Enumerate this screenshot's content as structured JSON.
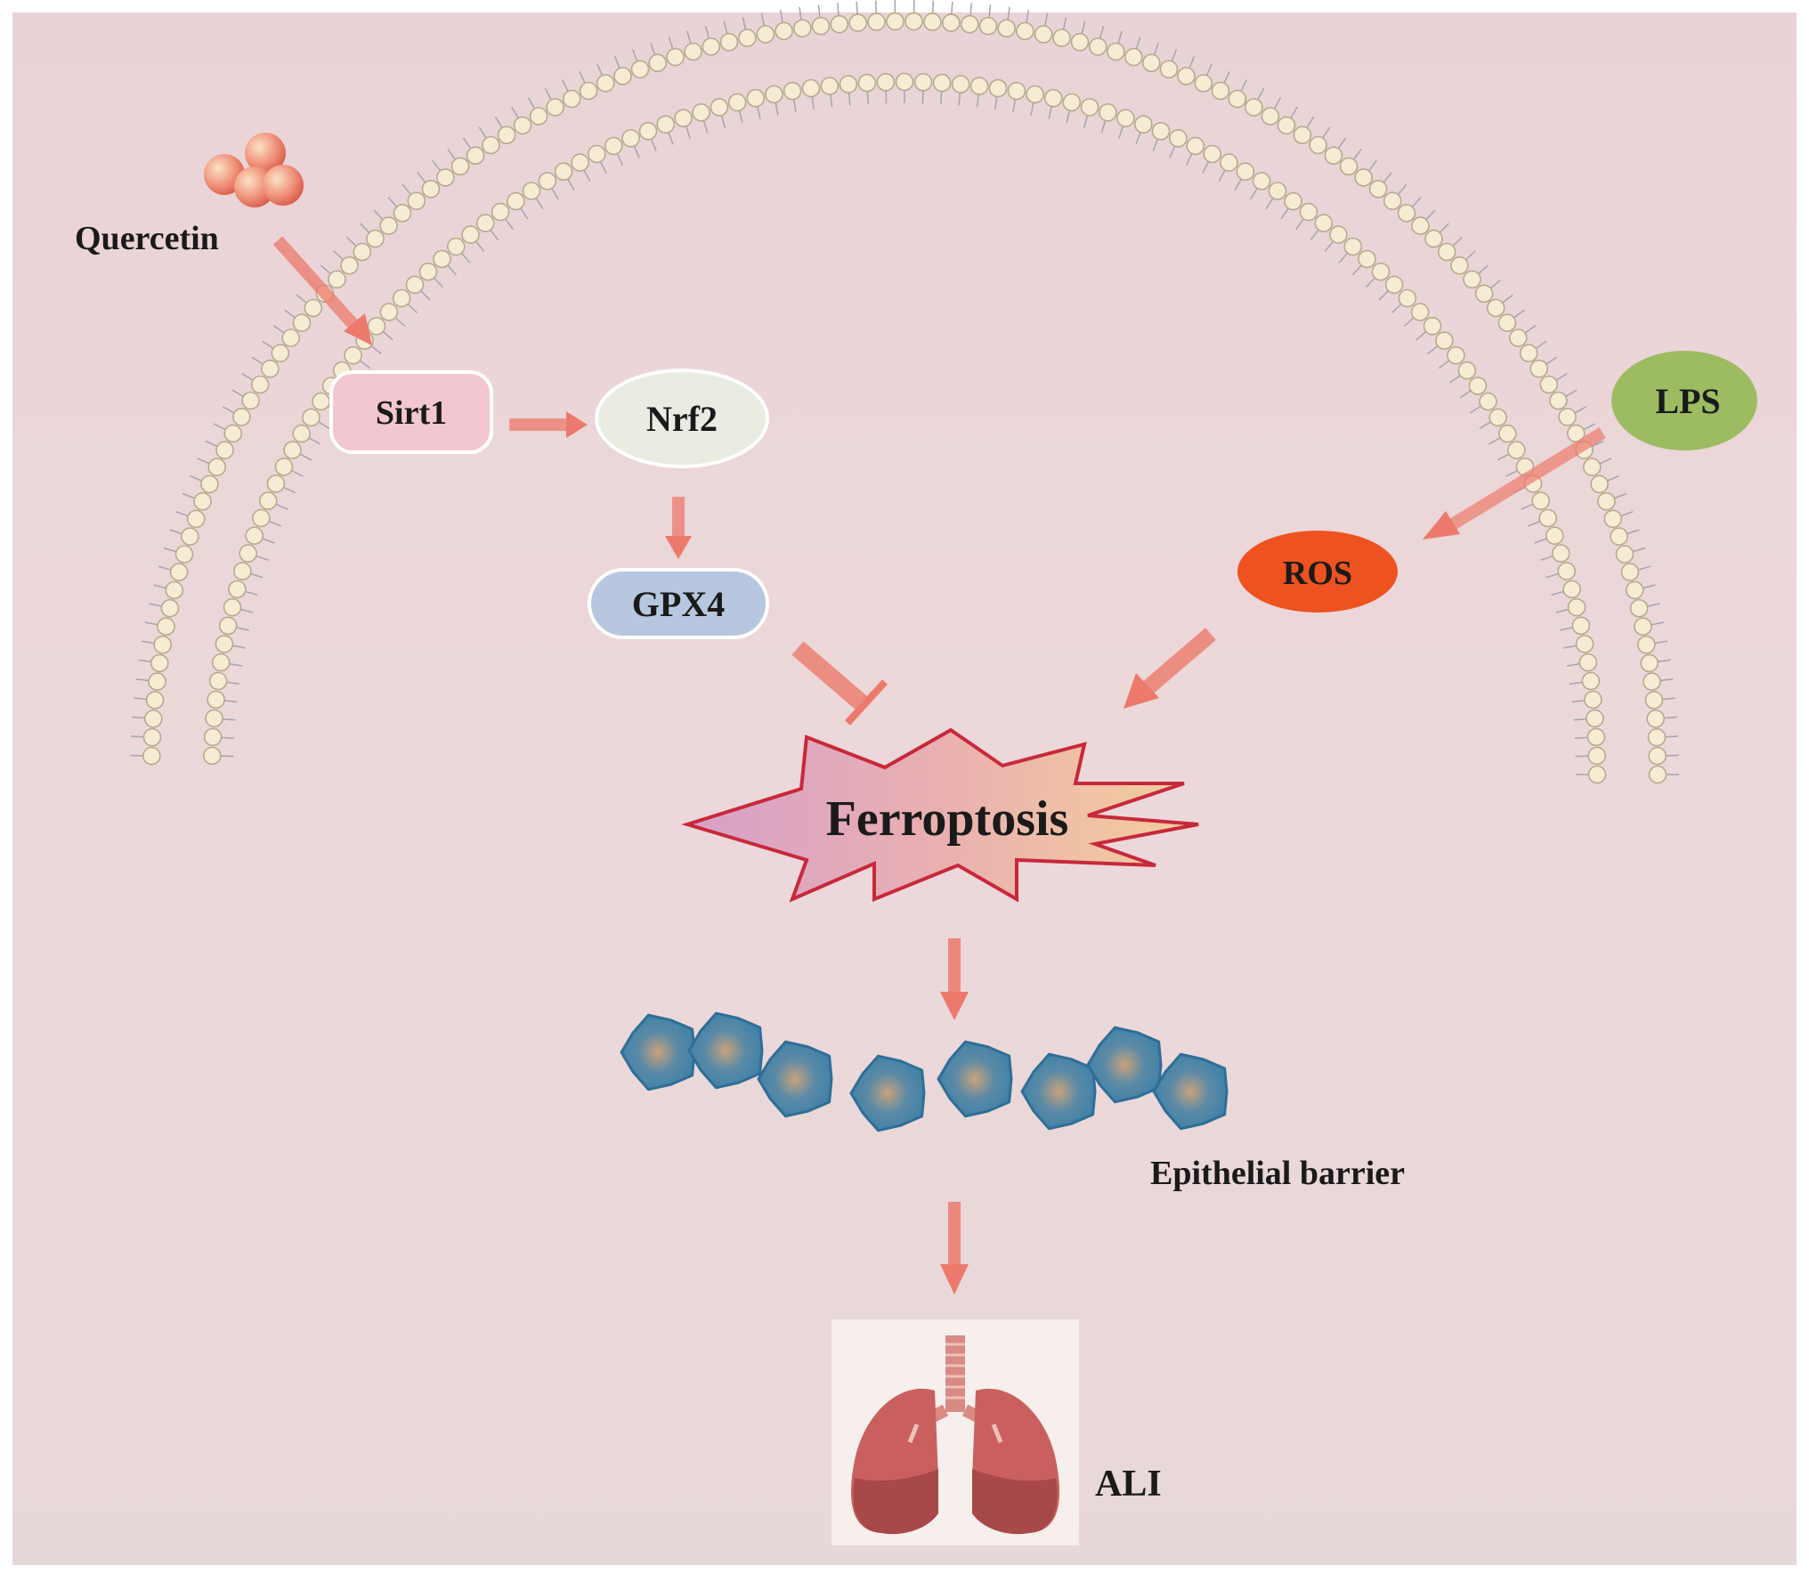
{
  "nodes": {
    "quercetin": "Quercetin",
    "sirt1": "Sirt1",
    "nrf2": "Nrf2",
    "gpx4": "GPX4",
    "lps": "LPS",
    "ros": "ROS",
    "ferroptosis": "Ferroptosis",
    "epithelial": "Epithelial barrier",
    "ali": "ALI"
  },
  "colors": {
    "background": "#ead6d8",
    "arrow": "#ec7a6c",
    "membrane_head": "#f6ecd4",
    "sirt1_fill": "#f2c7cf",
    "nrf2_fill": "#e9ece1",
    "gpx4_fill": "#b7c7df",
    "lps_fill": "#9dbb61",
    "ros_fill": "#ee5220",
    "burst_stroke": "#c8283a",
    "cell_fill": "#3d7ea6"
  }
}
